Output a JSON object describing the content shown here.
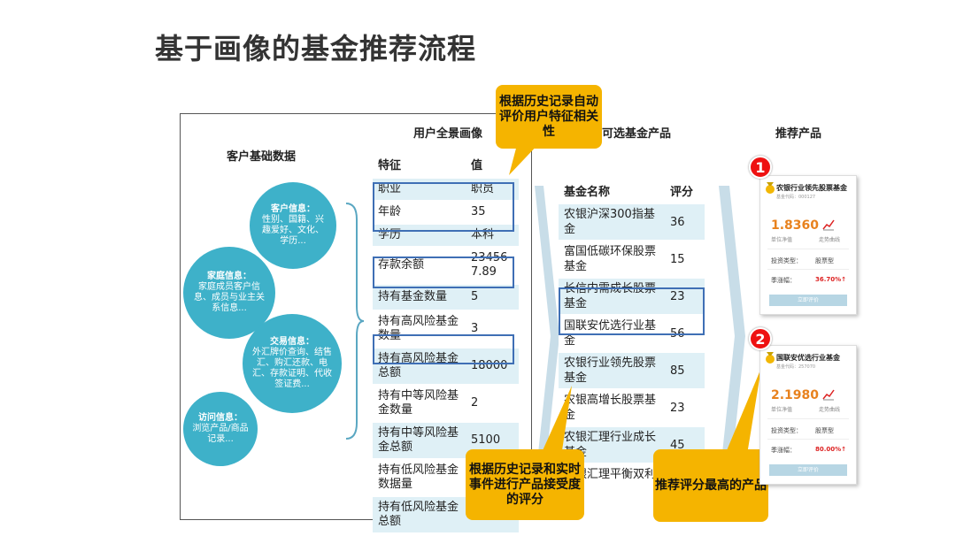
{
  "title": "基于画像的基金推荐流程",
  "sections": {
    "customer_basic": "客户基础数据",
    "profile": "用户全景画像",
    "candidates": "可选基金产品",
    "recommended": "推荐产品"
  },
  "bubbles": [
    {
      "title": "客户信息：",
      "text": "性别、国籍、兴趣爱好、文化、学历..."
    },
    {
      "title": "家庭信息：",
      "text": "家庭成员客户信息、成员与业主关系信息..."
    },
    {
      "title": "交易信息：",
      "text": "外汇牌价查询、结售汇、购汇还款、电汇、存款证明、代收签证费..."
    },
    {
      "title": "访问信息：",
      "text": "浏览产品/商品记录..."
    }
  ],
  "profile_table": {
    "headers": [
      "特征",
      "值"
    ],
    "rows": [
      [
        "职业",
        "职员"
      ],
      [
        "年龄",
        "35"
      ],
      [
        "学历",
        "本科"
      ],
      [
        "存款余额",
        "234567.89"
      ],
      [
        "持有基金数量",
        "5"
      ],
      [
        "持有高风险基金数量",
        "3"
      ],
      [
        "持有高风险基金总额",
        "18000"
      ],
      [
        "持有中等风险基金数量",
        "2"
      ],
      [
        "持有中等风险基金总额",
        "5100"
      ],
      [
        "持有低风险基金数据量",
        ""
      ],
      [
        "持有低风险基金总额",
        ""
      ]
    ]
  },
  "fund_table": {
    "headers": [
      "基金名称",
      "评分"
    ],
    "rows": [
      [
        "农银沪深300指基金",
        "36"
      ],
      [
        "富国低碳环保股票基金",
        "15"
      ],
      [
        "长信内需成长股票基金",
        "23"
      ],
      [
        "国联安优选行业基金",
        "56"
      ],
      [
        "农银行业领先股票基金",
        "85"
      ],
      [
        "农银高增长股票基金",
        "23"
      ],
      [
        "农银汇理行业成长基金",
        "45"
      ],
      [
        "农银汇理平衡双利",
        ""
      ]
    ]
  },
  "callouts": {
    "top": "根据历史记录自动评价用户特征相关性",
    "bottom_left": "根据历史记录和实时事件进行产品接受度的评分",
    "bottom_right": "推荐评分最高的产品"
  },
  "cards": [
    {
      "rank": "1",
      "name": "农银行业领先股票基金",
      "code": "基金代码：000127",
      "nav": "1.8360",
      "unit_label": "单位净值",
      "trend_label": "走势曲线",
      "type_label": "投资类型：",
      "type_value": "股票型",
      "change_label": "季涨幅：",
      "change_value": "36.70%↑",
      "button": "立即评价"
    },
    {
      "rank": "2",
      "name": "国联安优选行业基金",
      "code": "基金代码：257070",
      "nav": "2.1980",
      "unit_label": "单位净值",
      "trend_label": "走势曲线",
      "type_label": "投资类型：",
      "type_value": "股票型",
      "change_label": "季涨幅：",
      "change_value": "80.00%↑",
      "button": "立即评价"
    }
  ],
  "colors": {
    "bubble": "#3eb1c9",
    "table_row": "#dff0f6",
    "highlight_border": "#3f6fb5",
    "callout": "#f5b400",
    "chevron": "#c8dde8",
    "rank_badge": "#e11111",
    "nav_value": "#e8821e"
  }
}
